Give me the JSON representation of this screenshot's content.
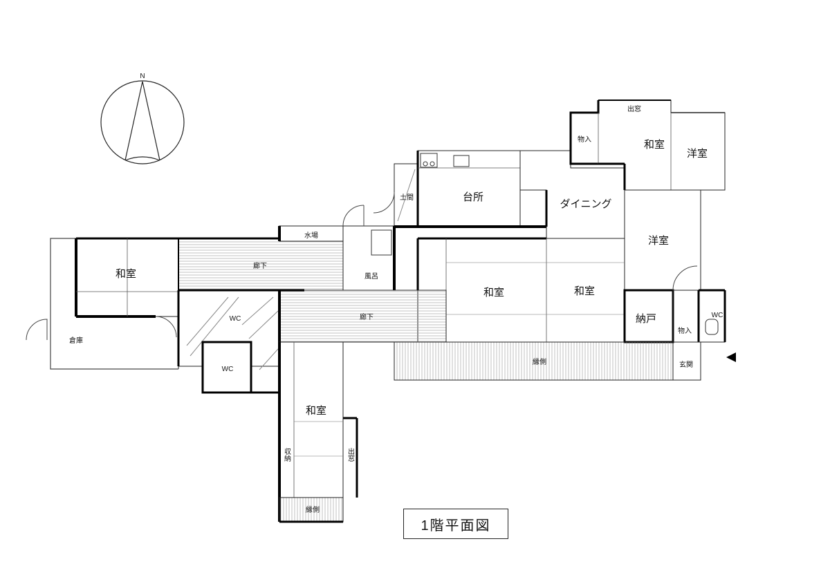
{
  "compass": {
    "north_label": "N"
  },
  "title": "1階平面図",
  "rooms": {
    "washitsu_west": "和室",
    "soko": "倉庫",
    "rouka_upper": "廊下",
    "mizuba": "水場",
    "wc_diag": "WC",
    "wc_box": "WC",
    "furo": "風呂",
    "doma": "土間",
    "daidokoro": "台所",
    "dining": "ダイニング",
    "mononire_ne": "物入",
    "demado_ne": "出窓",
    "washitsu_ne": "和室",
    "yoshitsu_ne": "洋室",
    "yoshitsu_e": "洋室",
    "rouka_mid": "廊下",
    "washitsu_c1": "和室",
    "washitsu_c2": "和室",
    "nando": "納戸",
    "mononire_e": "物入",
    "wc_e": "WC",
    "engawa_s": "縁側",
    "genkan": "玄関",
    "washitsu_s": "和室",
    "shuno": "収納",
    "demado_s": "出窓",
    "engawa_bottom": "縁側"
  },
  "entrance_marker": "entrance-arrow"
}
